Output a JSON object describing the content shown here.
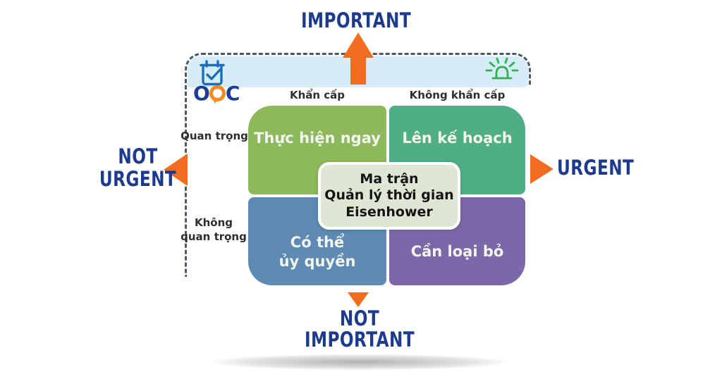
{
  "title": {
    "lines": [
      "Ma trận",
      "Quản lý thời gian",
      "Eisenhower"
    ]
  },
  "outer_labels": {
    "top": "IMPORTANT",
    "left": [
      "NOT",
      "URGENT"
    ],
    "right": "URGENT",
    "bottom": [
      "NOT",
      "IMPORTANT"
    ]
  },
  "matrix": {
    "column_headers": [
      "Khẩn cấp",
      "Không khẩn cấp"
    ],
    "row_labels": [
      {
        "lines": [
          "Quan trọng",
          ""
        ]
      },
      {
        "lines": [
          "Không",
          "quan trọng"
        ]
      }
    ],
    "quadrants": [
      {
        "name": "do-now",
        "lines": [
          "Thực hiện ngay",
          ""
        ],
        "color": "#8eb85c"
      },
      {
        "name": "plan",
        "lines": [
          "Lên kế hoạch",
          ""
        ],
        "color": "#50ae87"
      },
      {
        "name": "delegate",
        "lines": [
          "Có thể",
          "ủy quyền"
        ],
        "color": "#5e8ab3"
      },
      {
        "name": "eliminate",
        "lines": [
          "Cần loại bỏ",
          ""
        ],
        "color": "#7b68a9"
      }
    ]
  },
  "logo": {
    "prefix": "O",
    "suffix": "C"
  },
  "icons": {
    "calendar": "calendar-check-icon",
    "siren": "siren-icon",
    "bubble": "speech-bubble-icon"
  },
  "colors": {
    "arrow_orange": "#f36d21",
    "label_navy": "#1c3b8e",
    "header_bar_blue": "#d6edf9",
    "center_box_bg": "#dfe7d4",
    "dash_gray": "#4e5a63",
    "heading_text": "#2e2e2e",
    "quadrant_text": "#f2f6ec",
    "calendar_blue": "#1a6fb8",
    "siren_green": "#2eb34d",
    "logo_navy": "#1b3e94",
    "logo_orange": "#f68b1f"
  }
}
